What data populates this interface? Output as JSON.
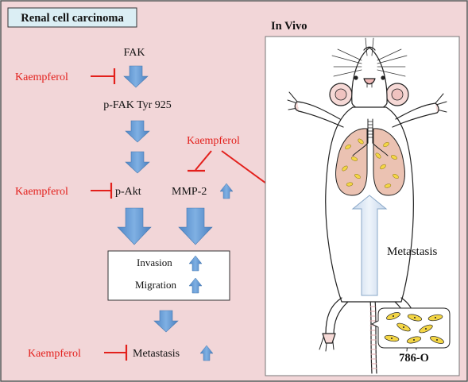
{
  "title": "Renal cell carcinoma",
  "in_vivo_label": "In Vivo",
  "pathway": {
    "fak": "FAK",
    "pfak": "p-FAK Tyr 925",
    "pakt": "p-Akt",
    "mmp2": "MMP-2",
    "invasion": "Invasion",
    "migration": "Migration",
    "metastasis": "Metastasis"
  },
  "inhibitor": "Kaempferol",
  "mouse_panel": {
    "metastasis": "Metastasis",
    "cell_line": "786-O"
  },
  "colors": {
    "background": "#f2d6d8",
    "title_box": "#dbeef4",
    "inhibitor_red": "#e3201c",
    "arrow_blue": "#5b9bd5",
    "arrow_light": "#dce9f5",
    "lung_fill": "#ebc2b2",
    "cell_yellow": "#f4d645"
  }
}
